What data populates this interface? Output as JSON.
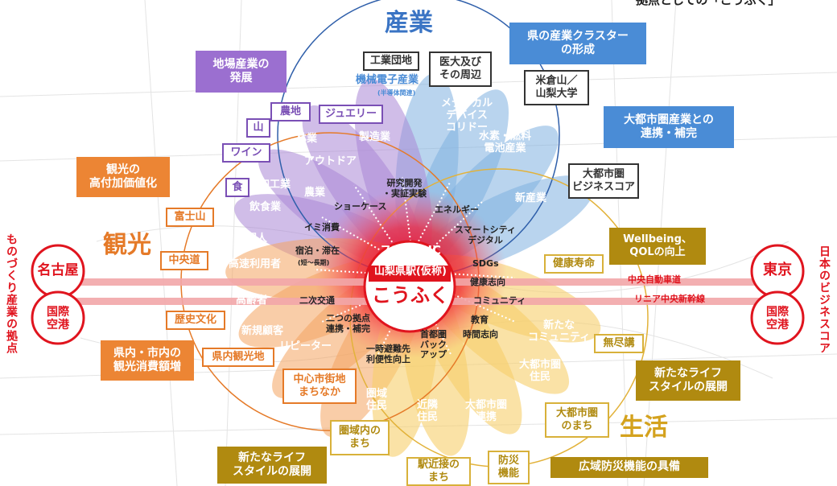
{
  "top_partial_text": "拠点としての「こうふく」",
  "sectors": {
    "industry": "産業",
    "tourism": "観光",
    "life": "生活"
  },
  "center": {
    "top": "スマートIC",
    "mid": "山梨県駅(仮称)",
    "main": "こうふく"
  },
  "cities": {
    "nagoya": "名古屋",
    "nagoya_airport": "国際\n空港",
    "tokyo": "東京",
    "tokyo_airport": "国際\n空港"
  },
  "side_vertical": {
    "left": "ものづくり産業の拠点",
    "right": "日本のビジネスコア"
  },
  "lines": {
    "expressway": "中央自動車道",
    "maglev": "リニア中央新幹線"
  },
  "industry_boxes": {
    "local_industry": "地場産業の\n発展",
    "cluster": "県の産業クラスター\nの形成",
    "metro_industry": "大都市圏産業との\n連携・補完",
    "industrial_park": "工業団地",
    "medical_univ": "医大及び\nその周辺",
    "yonekura": "米倉山／\n山梨大学",
    "metro_business": "大都市圏\nビジネスコア",
    "farmland": "農地",
    "jewelry": "ジュエリー",
    "mountain": "山",
    "wine": "ワイン",
    "food": "食"
  },
  "tourism_boxes": {
    "value_added": "観光の\n高付加価値化",
    "fujisan": "富士山",
    "chuo_road": "中央道",
    "history": "歴史文化",
    "consumption": "県内・市内の\n観光消費額増",
    "sightseeing": "県内観光地",
    "city_center": "中心市街地\nまちなか"
  },
  "life_boxes": {
    "wellbeing": "Wellbeing、\nQOLの向上",
    "longevity": "健康寿命",
    "mujinko": "無尽講",
    "new_lifestyle_r": "新たなライフ\nスタイルの展開",
    "metro_town": "大都市圏\nのまち",
    "disaster_wide": "広域防災機能の具備",
    "disaster": "防災\n機能",
    "station_town": "駅近接の\nまち",
    "area_town": "圏域内の\nまち",
    "new_lifestyle_l": "新たなライフ\nスタイルの展開"
  },
  "petal_labels": {
    "machine": "機械電子産業",
    "semiconductor": "(半導体関連)",
    "medical_corridor": "メディカル\nデバイス\nコリドー",
    "hydrogen": "水素・燃料\n電池産業",
    "forestry": "林業",
    "manufacturing": "製造業",
    "outdoor": "アウトドア",
    "processing": "加工業",
    "agriculture": "農業",
    "dining": "飲食業",
    "new_industry": "新産業",
    "foreigners": "外国人",
    "highway_users": "高速利用者",
    "elderly": "高齢者",
    "new_customers": "新規顧客",
    "repeater": "リピーター",
    "new_community": "新たな\nコミュニティ",
    "metro_residents": "大都市圏\n住民",
    "metro_link": "大都市圏\n連携",
    "neighbor": "近隣\n住民",
    "area_residents": "圏域\n住民"
  },
  "inner_labels": {
    "rnd": "研究開発\n・実証実験",
    "showcase": "ショーケース",
    "energy": "エネルギー",
    "smartcity": "スマートシティ\nデジタル",
    "sdgs": "SDGs",
    "health": "健康志向",
    "community": "コミュニティ",
    "education": "教育",
    "time": "時間志向",
    "capital": "首都圏\nバック\nアップ",
    "evac": "一時避難先\n利便性向上",
    "two_hubs": "二つの拠点\n連携・補完",
    "secondary": "二次交通",
    "stay": "宿泊・滞在",
    "stay_sub": "(短～長期)",
    "imi": "イミ消費"
  }
}
